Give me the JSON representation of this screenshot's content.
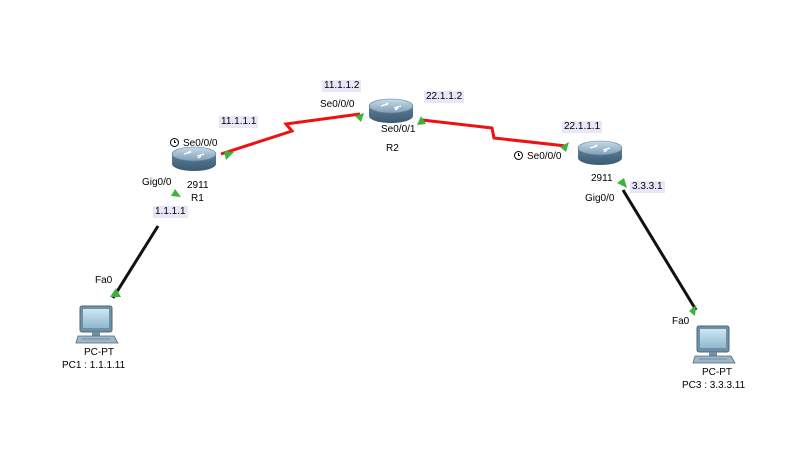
{
  "colors": {
    "serial_link": "#ee1111",
    "ethernet_link": "#111111",
    "port_up": "#3cb43c",
    "ip_bg": "#e7e7f7"
  },
  "devices": {
    "r1": {
      "model": "2911",
      "name": "R1",
      "icon": "router-icon"
    },
    "r2": {
      "name": "R2",
      "icon": "router-icon"
    },
    "r3": {
      "model": "2911",
      "icon": "router-icon"
    },
    "pc1": {
      "type": "PC-PT",
      "name": "PC1 : 1.1.1.11",
      "icon": "pc-icon"
    },
    "pc3": {
      "type": "PC-PT",
      "name": "PC3 : 3.3.3.11",
      "icon": "pc-icon"
    }
  },
  "interfaces": {
    "r1_se": "Se0/0/0",
    "r1_gig": "Gig0/0",
    "r2_se000": "Se0/0/0",
    "r2_se001": "Se0/0/1",
    "r3_se": "Se0/0/0",
    "r3_gig": "Gig0/0",
    "pc1_fa": "Fa0",
    "pc3_fa": "Fa0"
  },
  "ips": {
    "r1_se": "11.1.1.1",
    "r1_gig": "1.1.1.1",
    "r2_se000": "11.1.1.2",
    "r2_se001": "22.1.1.2",
    "r3_se": "22.1.1.1",
    "r3_gig": "3.3.3.1"
  },
  "links": [
    {
      "from": "r1",
      "to": "r2",
      "type": "serial"
    },
    {
      "from": "r2",
      "to": "r3",
      "type": "serial"
    },
    {
      "from": "r1",
      "to": "pc1",
      "type": "ethernet"
    },
    {
      "from": "r3",
      "to": "pc3",
      "type": "ethernet"
    }
  ]
}
